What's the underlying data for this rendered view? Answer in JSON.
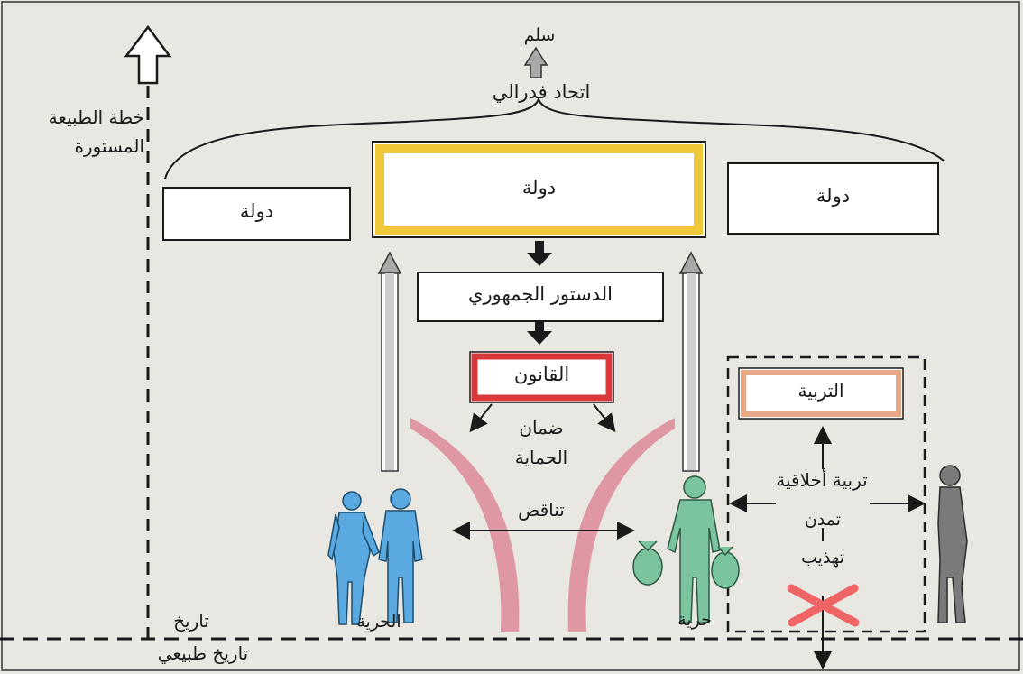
{
  "top": {
    "peace": "سلم",
    "federation": "اتحاد فدرالي",
    "nature_plan_line1": "خطة الطبيعة",
    "nature_plan_line2": "المستورة"
  },
  "states": {
    "left": "دولة",
    "center": "دولة",
    "right": "دولة"
  },
  "middle": {
    "constitution": "الدستور الجمهوري",
    "law": "القانون",
    "protection_line1": "ضمان",
    "protection_line2": "الحماية",
    "contradiction": "تناقض"
  },
  "right_panel": {
    "education": "التربية",
    "moral_education": "تربية أخلاقية",
    "civilization": "تمدن",
    "refinement": "تهذيب"
  },
  "figures": {
    "freedom_couple": "الحرية",
    "freedom_single": "حرية"
  },
  "bottom": {
    "history": "تاريخ",
    "natural_history": "تاريخ طبيعي"
  },
  "colors": {
    "state_border_center": "#f0c93a",
    "law_border": "#d9383c",
    "education_border": "#e8a888",
    "couple_figure": "#5aa9e0",
    "single_figure": "#7cc4a0",
    "curve_pink": "#dd8a98",
    "gray_arrow": "#a9a9a9",
    "cross": "#ef6464"
  },
  "icons": [
    "up-arrow-outline-icon",
    "up-arrow-gray-icon",
    "down-arrow-icon",
    "double-arrow-icon",
    "cross-icon"
  ]
}
